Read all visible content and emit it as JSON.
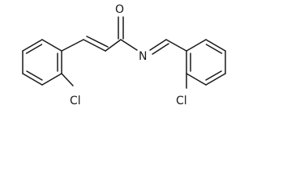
{
  "molecule": {
    "atom_labels": {
      "oxygen": "O",
      "nitrogen": "N",
      "chlorine_left": "Cl",
      "chlorine_right": "Cl"
    }
  }
}
